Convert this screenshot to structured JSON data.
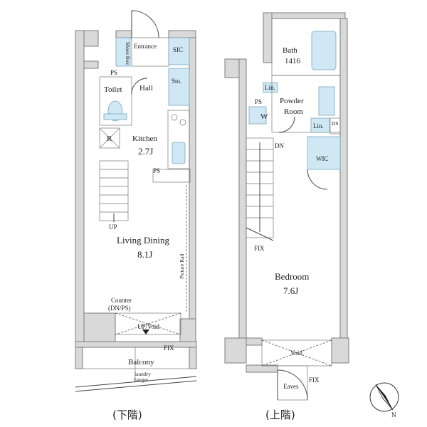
{
  "lower_floor": {
    "caption": "(下階)",
    "rooms": {
      "entrance": "Entrance",
      "sic": "SIC",
      "shoes_box": "Shoes Box",
      "ps_top": "PS",
      "toilet": "Toilet",
      "hall": "Hall",
      "sto": "Sto.",
      "r": "R",
      "kitchen": "Kitchen",
      "kitchen_size": "2.7J",
      "ps_kitchen": "PS",
      "up": "UP",
      "living": "Living Dining",
      "living_size": "8.1J",
      "picture_rail": "Picture Rail",
      "counter": "Counter",
      "counter_note": "(DN/PS)",
      "up_void": "UP/Void",
      "fix": "FIX",
      "balcony": "Balcony",
      "laundry1": "laundry",
      "laundry2": "hanger"
    }
  },
  "upper_floor": {
    "caption": "(上階)",
    "rooms": {
      "bath": "Bath",
      "bath_size": "1416",
      "lin1": "Lin.",
      "ps": "PS",
      "powder1": "Powder",
      "powder2": "Room",
      "w": "W",
      "lin2": "Lin.",
      "ds": "DS",
      "dn": "DN",
      "wic": "WIC",
      "fix_stair": "FIX",
      "bedroom": "Bedroom",
      "bedroom_size": "7.6J",
      "void": "Void",
      "eaves": "Eaves",
      "fix_eaves": "FIX"
    }
  },
  "compass": {
    "label": "N"
  }
}
